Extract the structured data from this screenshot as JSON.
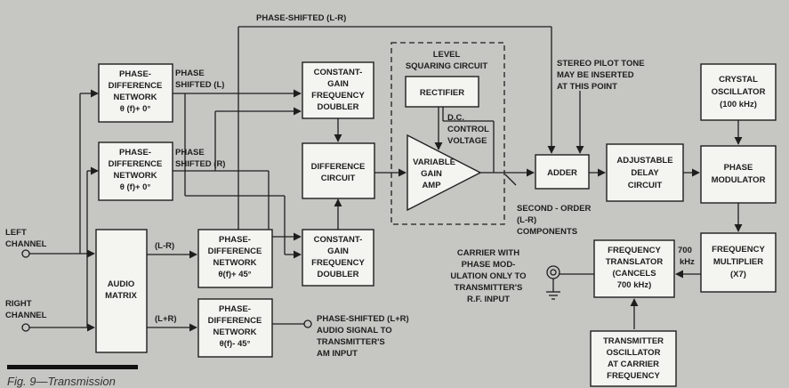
{
  "blocks": {
    "pdn1": [
      "PHASE-",
      "DIFFERENCE",
      "NETWORK",
      "θ (f)+ 0°"
    ],
    "pdn2": [
      "PHASE-",
      "DIFFERENCE",
      "NETWORK",
      "θ (f)+ 0°"
    ],
    "pdn3": [
      "PHASE-",
      "DIFFERENCE",
      "NETWORK",
      "θ(f)+ 45°"
    ],
    "pdn4": [
      "PHASE-",
      "DIFFERENCE",
      "NETWORK",
      "θ(f)- 45°"
    ],
    "audio_matrix": [
      "AUDIO",
      "MATRIX"
    ],
    "doubler_top": [
      "CONSTANT-",
      "GAIN",
      "FREQUENCY",
      "DOUBLER"
    ],
    "doubler_bottom": [
      "CONSTANT-",
      "GAIN",
      "FREQUENCY",
      "DOUBLER"
    ],
    "difference_circuit": [
      "DIFFERENCE",
      "CIRCUIT"
    ],
    "rectifier": [
      "RECTIFIER"
    ],
    "vga": [
      "VARIABLE",
      "GAIN",
      "AMP"
    ],
    "adder": [
      "ADDER"
    ],
    "delay": [
      "ADJUSTABLE",
      "DELAY",
      "CIRCUIT"
    ],
    "crystal": [
      "CRYSTAL",
      "OSCILLATOR",
      "(100 kHz)"
    ],
    "phase_mod": [
      "PHASE",
      "MODULATOR"
    ],
    "freq_mult": [
      "FREQUENCY",
      "MULTIPLIER",
      "(X7)"
    ],
    "freq_trans": [
      "FREQUENCY",
      "TRANSLATOR",
      "(CANCELS",
      "700 kHz)"
    ],
    "tx_osc": [
      "TRANSMITTER",
      "OSCILLATOR",
      "AT CARRIER",
      "FREQUENCY"
    ]
  },
  "labels": {
    "phase_shifted_lr": "PHASE-SHIFTED (L-R)",
    "phase_shifted_l": [
      "PHASE",
      "SHIFTED (L)"
    ],
    "phase_shifted_r": [
      "PHASE",
      "SHIFTED (R)"
    ],
    "level_squaring": [
      "LEVEL",
      "SQUARING CIRCUIT"
    ],
    "dc_control": [
      "D.C.",
      "CONTROL",
      "VOLTAGE"
    ],
    "stereo_pilot": [
      "STEREO PILOT TONE",
      "MAY BE INSERTED",
      "AT THIS POINT"
    ],
    "second_order": [
      "SECOND - ORDER",
      "(L-R)",
      "COMPONENTS"
    ],
    "left_channel": [
      "LEFT",
      "CHANNEL"
    ],
    "right_channel": [
      "RIGHT",
      "CHANNEL"
    ],
    "l_minus_r": "(L-R)",
    "l_plus_r": "(L+R)",
    "khz700": [
      "700",
      "kHz"
    ],
    "carrier_note": [
      "CARRIER WITH",
      "PHASE MOD-",
      "ULATION ONLY TO",
      "TRANSMITTER'S",
      "R.F. INPUT"
    ],
    "lr_audio_note": [
      "PHASE-SHIFTED (L+R)",
      "AUDIO SIGNAL TO",
      "TRANSMITTER'S",
      "AM INPUT"
    ]
  },
  "caption": "Fig. 9—Transmission"
}
